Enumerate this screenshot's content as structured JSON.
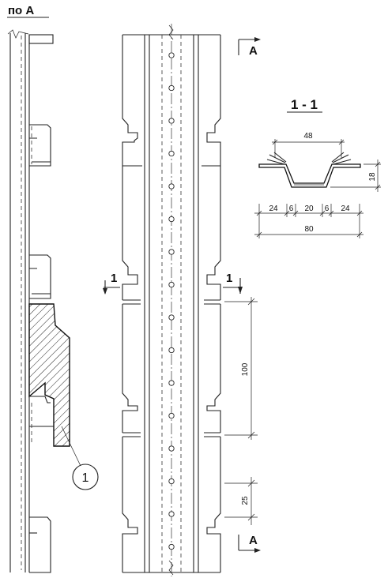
{
  "view_title": "по А",
  "section_title": "1 - 1",
  "section_marks": [
    "1",
    "1"
  ],
  "view_marks": [
    "А",
    "А"
  ],
  "callout": "1",
  "dims": {
    "pitch": "100",
    "hole_step": "25",
    "top_width": "48",
    "height": "18",
    "bottom": [
      "24",
      "6",
      "20",
      "6",
      "24"
    ],
    "total": "80"
  }
}
